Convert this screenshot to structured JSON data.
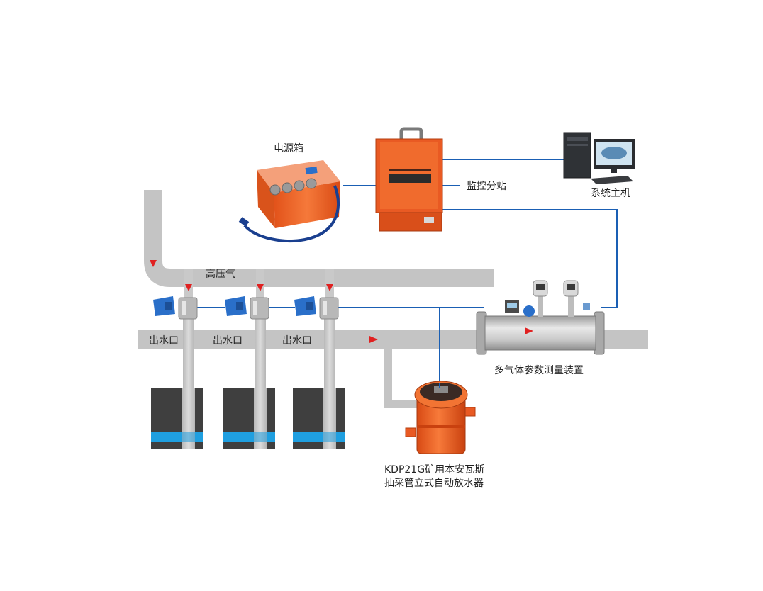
{
  "labels": {
    "power_box": "电源箱",
    "monitor_station": "监控分站",
    "system_host": "系统主机",
    "high_pressure_gas": "高压气",
    "outlet_1": "出水口",
    "outlet_2": "出水口",
    "outlet_3": "出水口",
    "measuring_device": "多气体参数测量装置",
    "drainer_line1": "KDP21G矿用本安瓦斯",
    "drainer_line2": "抽采管立式自动放水器"
  },
  "colors": {
    "pipe": "#c8c8c8",
    "pipe_dark": "#a9a9a9",
    "signal_line": "#1a5fb4",
    "orange": "#f26a2a",
    "water": "#1f9fe0",
    "well": "#3f3f3f",
    "arrow": "#e02020",
    "valve_blue": "#2a6fc9"
  },
  "icons": {
    "power_box": "power-box-icon",
    "monitor_station": "monitor-station-icon",
    "computer": "computer-icon",
    "valve": "valve-icon",
    "flow_arrow": "flow-arrow-icon",
    "measuring_device": "gas-measuring-device-icon",
    "water_drainer": "water-drainer-icon",
    "well": "well-icon"
  }
}
